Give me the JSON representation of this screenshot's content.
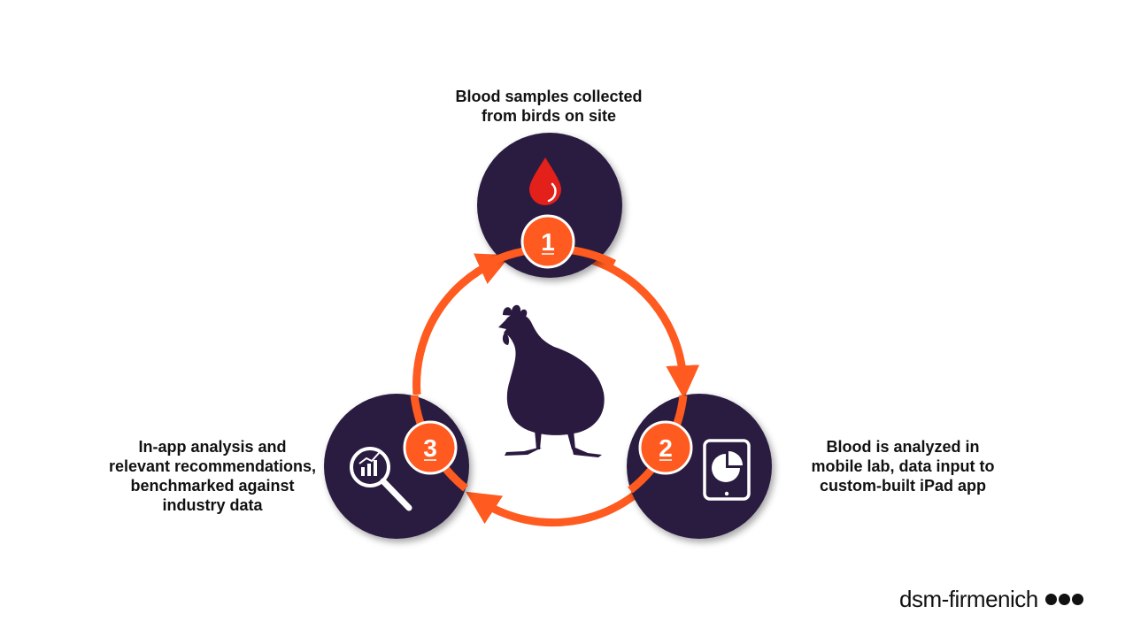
{
  "steps": [
    {
      "number": "1",
      "icon": "blood-drop-icon",
      "caption_lines": [
        "Blood samples collected",
        "from birds on site"
      ]
    },
    {
      "number": "2",
      "icon": "tablet-pie-chart-icon",
      "caption_lines": [
        "Blood is analyzed in",
        "mobile lab, data input to",
        "custom-built iPad app"
      ]
    },
    {
      "number": "3",
      "icon": "magnifier-chart-icon",
      "caption_lines": [
        "In-app analysis and",
        "relevant recommendations,",
        "benchmarked against",
        "industry data"
      ]
    }
  ],
  "center_icon": "chicken-silhouette-icon",
  "brand": {
    "name": "dsm-firmenich",
    "logo_icon": "three-dots-logo-icon"
  },
  "colors": {
    "circle_fill": "#2b1a40",
    "arrow": "#ff5a1f",
    "badge": "#ff5a1f",
    "blood_drop": "#e3201a",
    "icon_white": "#ffffff",
    "text": "#111111"
  }
}
